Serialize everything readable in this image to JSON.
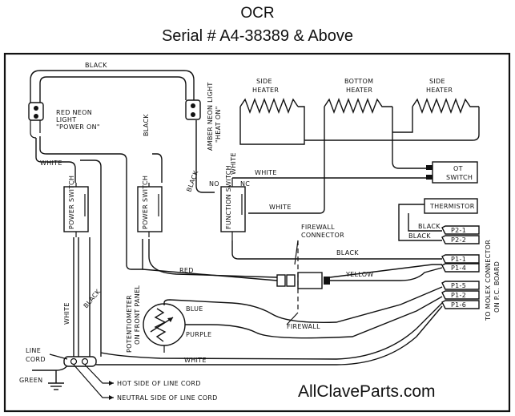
{
  "header": {
    "title": "OCR",
    "subtitle": "Serial # A4-38389 & Above"
  },
  "footer": {
    "brand": "AllClaveParts.com"
  },
  "diagram": {
    "wire_black": "BLACK",
    "wire_white": "WHITE",
    "wire_red": "RED",
    "wire_yellow": "YELLOW",
    "wire_blue": "BLUE",
    "wire_purple": "PURPLE",
    "red_neon_light": [
      "RED NEON",
      "LIGHT",
      "\"POWER ON\""
    ],
    "amber_neon_light": [
      "AMBER NEON LIGHT",
      "\"HEAT ON\""
    ],
    "side_heater_left": [
      "SIDE",
      "HEATER"
    ],
    "bottom_heater": [
      "BOTTOM",
      "HEATER"
    ],
    "side_heater_right": [
      "SIDE",
      "HEATER"
    ],
    "ot_switch": [
      "OT",
      "SWITCH"
    ],
    "thermistor": "THERMISTOR",
    "power_switch": "POWER SWITCH",
    "function_switch": "FUNCTION SWITCH",
    "no_label": "NO",
    "nc_label": "NC",
    "firewall_connector": [
      "FIREWALL",
      "CONNECTOR"
    ],
    "firewall": "FIREWALL",
    "potentiometer": [
      "POTENTIOMETER",
      "ON FRONT PANEL"
    ],
    "pins": [
      "P2-1",
      "P2-2",
      "P1-1",
      "P1-4",
      "P1-5",
      "P1-2",
      "P1-6"
    ],
    "molex": [
      "TO MOLEX CONNECTOR",
      "ON P.C. BOARD"
    ],
    "line_cord": [
      "LINE",
      "CORD"
    ],
    "green": "GREEN",
    "hot_side": "HOT SIDE OF LINE CORD",
    "neutral_side": "NEUTRAL SIDE OF LINE CORD"
  }
}
